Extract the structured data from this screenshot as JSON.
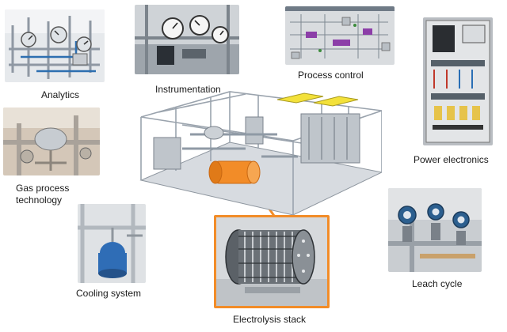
{
  "modules": {
    "analytics": "Analytics",
    "instrumentation": "Instrumentation",
    "process_control": "Process control",
    "power_electronics": "Power electronics",
    "gas_process_technology": "Gas process technology",
    "cooling_system": "Cooling system",
    "leach_cycle": "Leach cycle",
    "electrolysis_stack": "Electrolysis stack"
  },
  "colors": {
    "highlight": "#f28c28",
    "lid_yellow": "#f3e13a",
    "frame": "#9aa3ad",
    "label_text": "#1a1a1a"
  }
}
